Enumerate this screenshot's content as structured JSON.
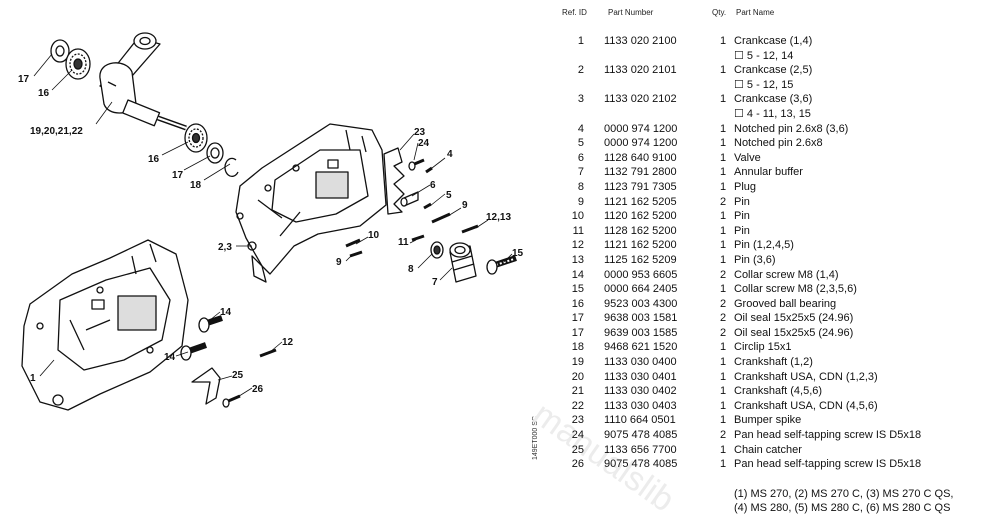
{
  "headers": {
    "ref_id": "Ref. ID",
    "part_number": "Part Number",
    "qty": "Qty.",
    "part_name": "Part Name"
  },
  "figure_code": "149ET000 SC",
  "watermark": "manualslib",
  "callouts": [
    "17",
    "16",
    "19,20,21,22",
    "16",
    "17",
    "18",
    "23",
    "24",
    "4",
    "6",
    "5",
    "9",
    "12,13",
    "10",
    "11",
    "15",
    "8",
    "7",
    "2,3",
    "14",
    "14",
    "12",
    "25",
    "26",
    "1"
  ],
  "parts": [
    {
      "ref": "1",
      "pn": "1133 020 2100",
      "qty": "1",
      "name": "Crankcase (1,4)",
      "sub": "☐ 5 - 12, 14"
    },
    {
      "ref": "2",
      "pn": "1133 020 2101",
      "qty": "1",
      "name": "Crankcase (2,5)",
      "sub": "☐ 5 - 12, 15"
    },
    {
      "ref": "3",
      "pn": "1133 020 2102",
      "qty": "1",
      "name": "Crankcase (3,6)",
      "sub": "☐ 4 - 11, 13, 15"
    },
    {
      "ref": "4",
      "pn": "0000 974 1200",
      "qty": "1",
      "name": "Notched pin 2.6x8 (3,6)"
    },
    {
      "ref": "5",
      "pn": "0000 974 1200",
      "qty": "1",
      "name": "Notched pin 2.6x8"
    },
    {
      "ref": "6",
      "pn": "1128 640 9100",
      "qty": "1",
      "name": "Valve"
    },
    {
      "ref": "7",
      "pn": "1132 791 2800",
      "qty": "1",
      "name": "Annular buffer"
    },
    {
      "ref": "8",
      "pn": "1123 791 7305",
      "qty": "1",
      "name": "Plug"
    },
    {
      "ref": "9",
      "pn": "1121 162 5205",
      "qty": "2",
      "name": "Pin"
    },
    {
      "ref": "10",
      "pn": "1120 162 5200",
      "qty": "1",
      "name": "Pin"
    },
    {
      "ref": "11",
      "pn": "1128 162 5200",
      "qty": "1",
      "name": "Pin"
    },
    {
      "ref": "12",
      "pn": "1121 162 5200",
      "qty": "1",
      "name": "Pin (1,2,4,5)"
    },
    {
      "ref": "13",
      "pn": "1125 162 5209",
      "qty": "1",
      "name": "Pin (3,6)"
    },
    {
      "ref": "14",
      "pn": "0000 953 6605",
      "qty": "2",
      "name": "Collar screw M8 (1,4)"
    },
    {
      "ref": "15",
      "pn": "0000 664 2405",
      "qty": "1",
      "name": "Collar screw M8 (2,3,5,6)"
    },
    {
      "ref": "16",
      "pn": "9523 003 4300",
      "qty": "2",
      "name": "Grooved ball bearing"
    },
    {
      "ref": "17",
      "pn": "9638 003 1581",
      "qty": "2",
      "name": "Oil seal 15x25x5 (24.96)"
    },
    {
      "ref": "17",
      "pn": "9639 003 1585",
      "qty": "2",
      "name": "Oil seal 15x25x5 (24.96)"
    },
    {
      "ref": "18",
      "pn": "9468 621 1520",
      "qty": "1",
      "name": "Circlip 15x1"
    },
    {
      "ref": "19",
      "pn": "1133 030 0400",
      "qty": "1",
      "name": "Crankshaft (1,2)"
    },
    {
      "ref": "20",
      "pn": "1133 030 0401",
      "qty": "1",
      "name": "Crankshaft USA, CDN (1,2,3)"
    },
    {
      "ref": "21",
      "pn": "1133 030 0402",
      "qty": "1",
      "name": "Crankshaft (4,5,6)"
    },
    {
      "ref": "22",
      "pn": "1133 030 0403",
      "qty": "1",
      "name": "Crankshaft USA, CDN (4,5,6)"
    },
    {
      "ref": "23",
      "pn": "1110 664 0501",
      "qty": "1",
      "name": "Bumper spike"
    },
    {
      "ref": "24",
      "pn": "9075 478 4085",
      "qty": "2",
      "name": "Pan head self-tapping screw IS D5x18"
    },
    {
      "ref": "25",
      "pn": "1133 656 7700",
      "qty": "1",
      "name": "Chain catcher"
    },
    {
      "ref": "26",
      "pn": "9075 478 4085",
      "qty": "1",
      "name": "Pan head self-tapping screw IS D5x18"
    }
  ],
  "footnote": {
    "line1": "(1) MS 270, (2) MS 270 C, (3) MS 270 C QS,",
    "line2": "(4) MS 280, (5) MS 280 C, (6) MS 280 C QS"
  }
}
